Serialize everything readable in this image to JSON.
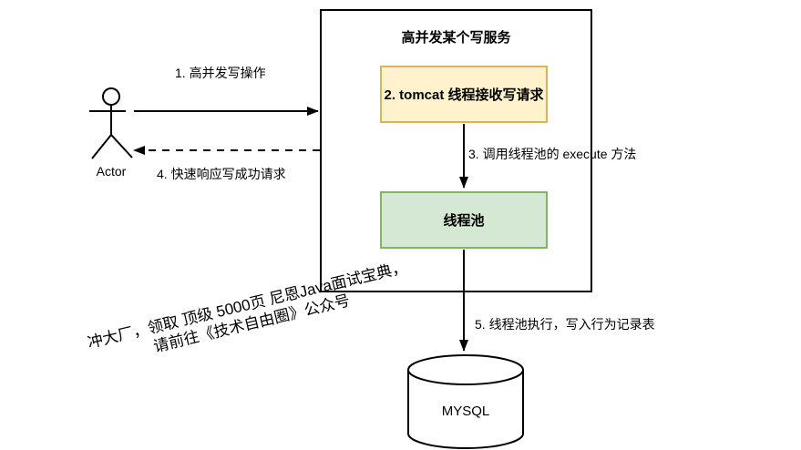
{
  "service": {
    "title": "高并发某个写服务"
  },
  "actor": {
    "label": "Actor"
  },
  "nodes": {
    "tomcat": {
      "label": "2. tomcat 线程接收写请求",
      "fill": "#FFF2CC",
      "border": "#D6B656"
    },
    "thread_pool": {
      "label": "线程池",
      "fill": "#D5E8D4",
      "border": "#82B366"
    },
    "database": {
      "label": "MYSQL"
    }
  },
  "edges": {
    "write_op": {
      "label": "1. 高并发写操作",
      "style": "solid-arrow"
    },
    "execute": {
      "label": "3. 调用线程池的 execute 方法",
      "style": "solid-arrow"
    },
    "response": {
      "label": "4. 快速响应写成功请求",
      "style": "dashed-arrow"
    },
    "db_write": {
      "label": "5. 线程池执行，写入行为记录表",
      "style": "solid-arrow"
    }
  },
  "watermark": {
    "line1": "冲大厂，领取 顶级 5000页 尼恩Java面试宝典，",
    "line2": "请前往《技术自由圈》公众号"
  },
  "colors": {
    "line": "#000000",
    "background": "#FFFFFF"
  }
}
